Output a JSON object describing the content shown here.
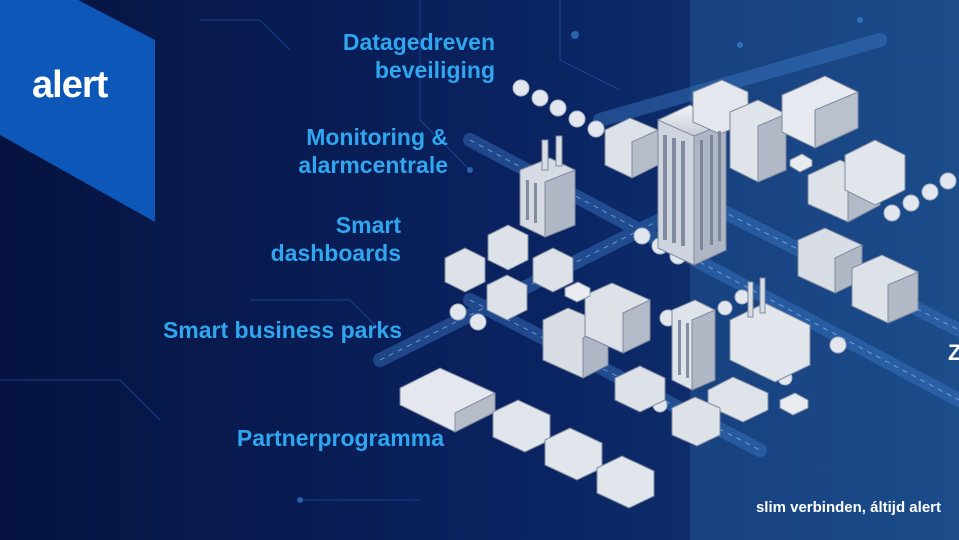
{
  "brand": {
    "logo_text": "alert"
  },
  "menu": [
    {
      "line1": "Datagedreven",
      "line2": "beveiliging"
    },
    {
      "line1": "Monitoring &",
      "line2": "alarmcentrale"
    },
    {
      "line1": "Smart",
      "line2": "dashboards"
    },
    {
      "line1": "Smart business parks"
    },
    {
      "line1": "Partnerprogramma"
    }
  ],
  "tagline": "slim verbinden, áltijd alert",
  "edge_glyph": "Z",
  "colors": {
    "background": "#07184a",
    "logo_panel": "#0c57b8",
    "menu_text": "#2fa6ee",
    "overlay": "#1a4f8a"
  }
}
